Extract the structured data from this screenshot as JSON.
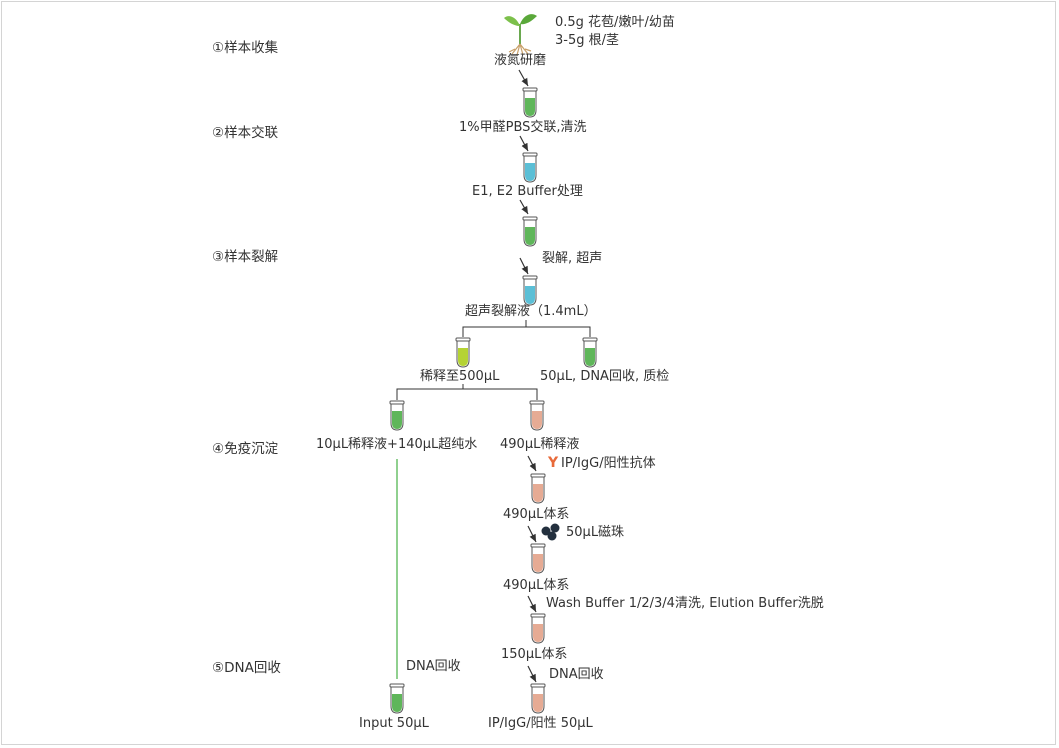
{
  "steps": {
    "s1": "①样本收集",
    "s2": "②样本交联",
    "s3": "③样本裂解",
    "s4": "④免疫沉淀",
    "s5": "⑤DNA回收"
  },
  "labels": {
    "sample_line1": "0.5g 花苞/嫩叶/幼苗",
    "sample_line2": "3-5g 根/茎",
    "grind": "液氮研磨",
    "crosslink": "1%甲醛PBS交联,清洗",
    "buffer": "E1, E2 Buffer处理",
    "lysis": "裂解, 超声",
    "sonicate_liquid": "超声裂解液（1.4mL）",
    "dilute": "稀释至500μL",
    "qc": "50μL, DNA回收, 质检",
    "input_mix": "10μL稀释液+140μL超纯水",
    "ip_dilute": "490μL稀释液",
    "antibody_mark": "Y",
    "antibody": "IP/IgG/阳性抗体",
    "sys490a": "490μL体系",
    "beads": "50μL磁珠",
    "sys490b": "490μL体系",
    "wash": "Wash Buffer 1/2/3/4清洗, Elution Buffer洗脱",
    "sys150": "150μL体系",
    "dna_recover_ip": "DNA回收",
    "dna_recover_input": "DNA回收",
    "input_final": "Input 50μL",
    "ip_final": "IP/IgG/阳性  50μL"
  },
  "colors": {
    "green_tube": "#5fb65a",
    "blue_tube": "#5bbfd6",
    "yellow_tube": "#b5d334",
    "pink_tube": "#e6ab94",
    "connector": "#333333",
    "input_line": "#6cc06a",
    "antibody": "#e86a3a",
    "beads": "#23303e"
  },
  "icons": [
    "seedling-icon",
    "tube-icon",
    "arrow-icon",
    "antibody-icon",
    "magnetic-beads-icon"
  ]
}
